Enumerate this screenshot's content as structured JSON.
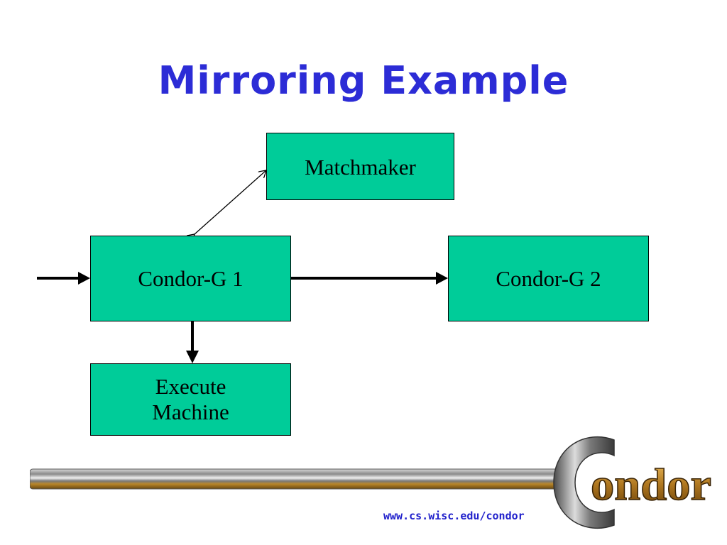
{
  "slide": {
    "title": "Mirroring Example",
    "footer_url": "www.cs.wisc.edu/condor"
  },
  "diagram": {
    "nodes": [
      {
        "id": "matchmaker",
        "label": "Matchmaker"
      },
      {
        "id": "condor-g1",
        "label": "Condor-G 1"
      },
      {
        "id": "condor-g2",
        "label": "Condor-G 2"
      },
      {
        "id": "execute",
        "label": "Execute\nMachine"
      }
    ],
    "edges": [
      {
        "from": "external",
        "to": "condor-g1",
        "style": "thick"
      },
      {
        "from": "condor-g1",
        "to": "matchmaker",
        "style": "thin",
        "bidirectional": true
      },
      {
        "from": "condor-g1",
        "to": "condor-g2",
        "style": "thick"
      },
      {
        "from": "condor-g1",
        "to": "execute",
        "style": "thick"
      }
    ]
  },
  "logo": {
    "text": "Condor",
    "colors": {
      "bronze": "#c08a2a",
      "steel": "#8a8a8a"
    }
  },
  "colors": {
    "title": "#2c2cd6",
    "node_fill": "#00cc99",
    "url": "#2222cc"
  }
}
